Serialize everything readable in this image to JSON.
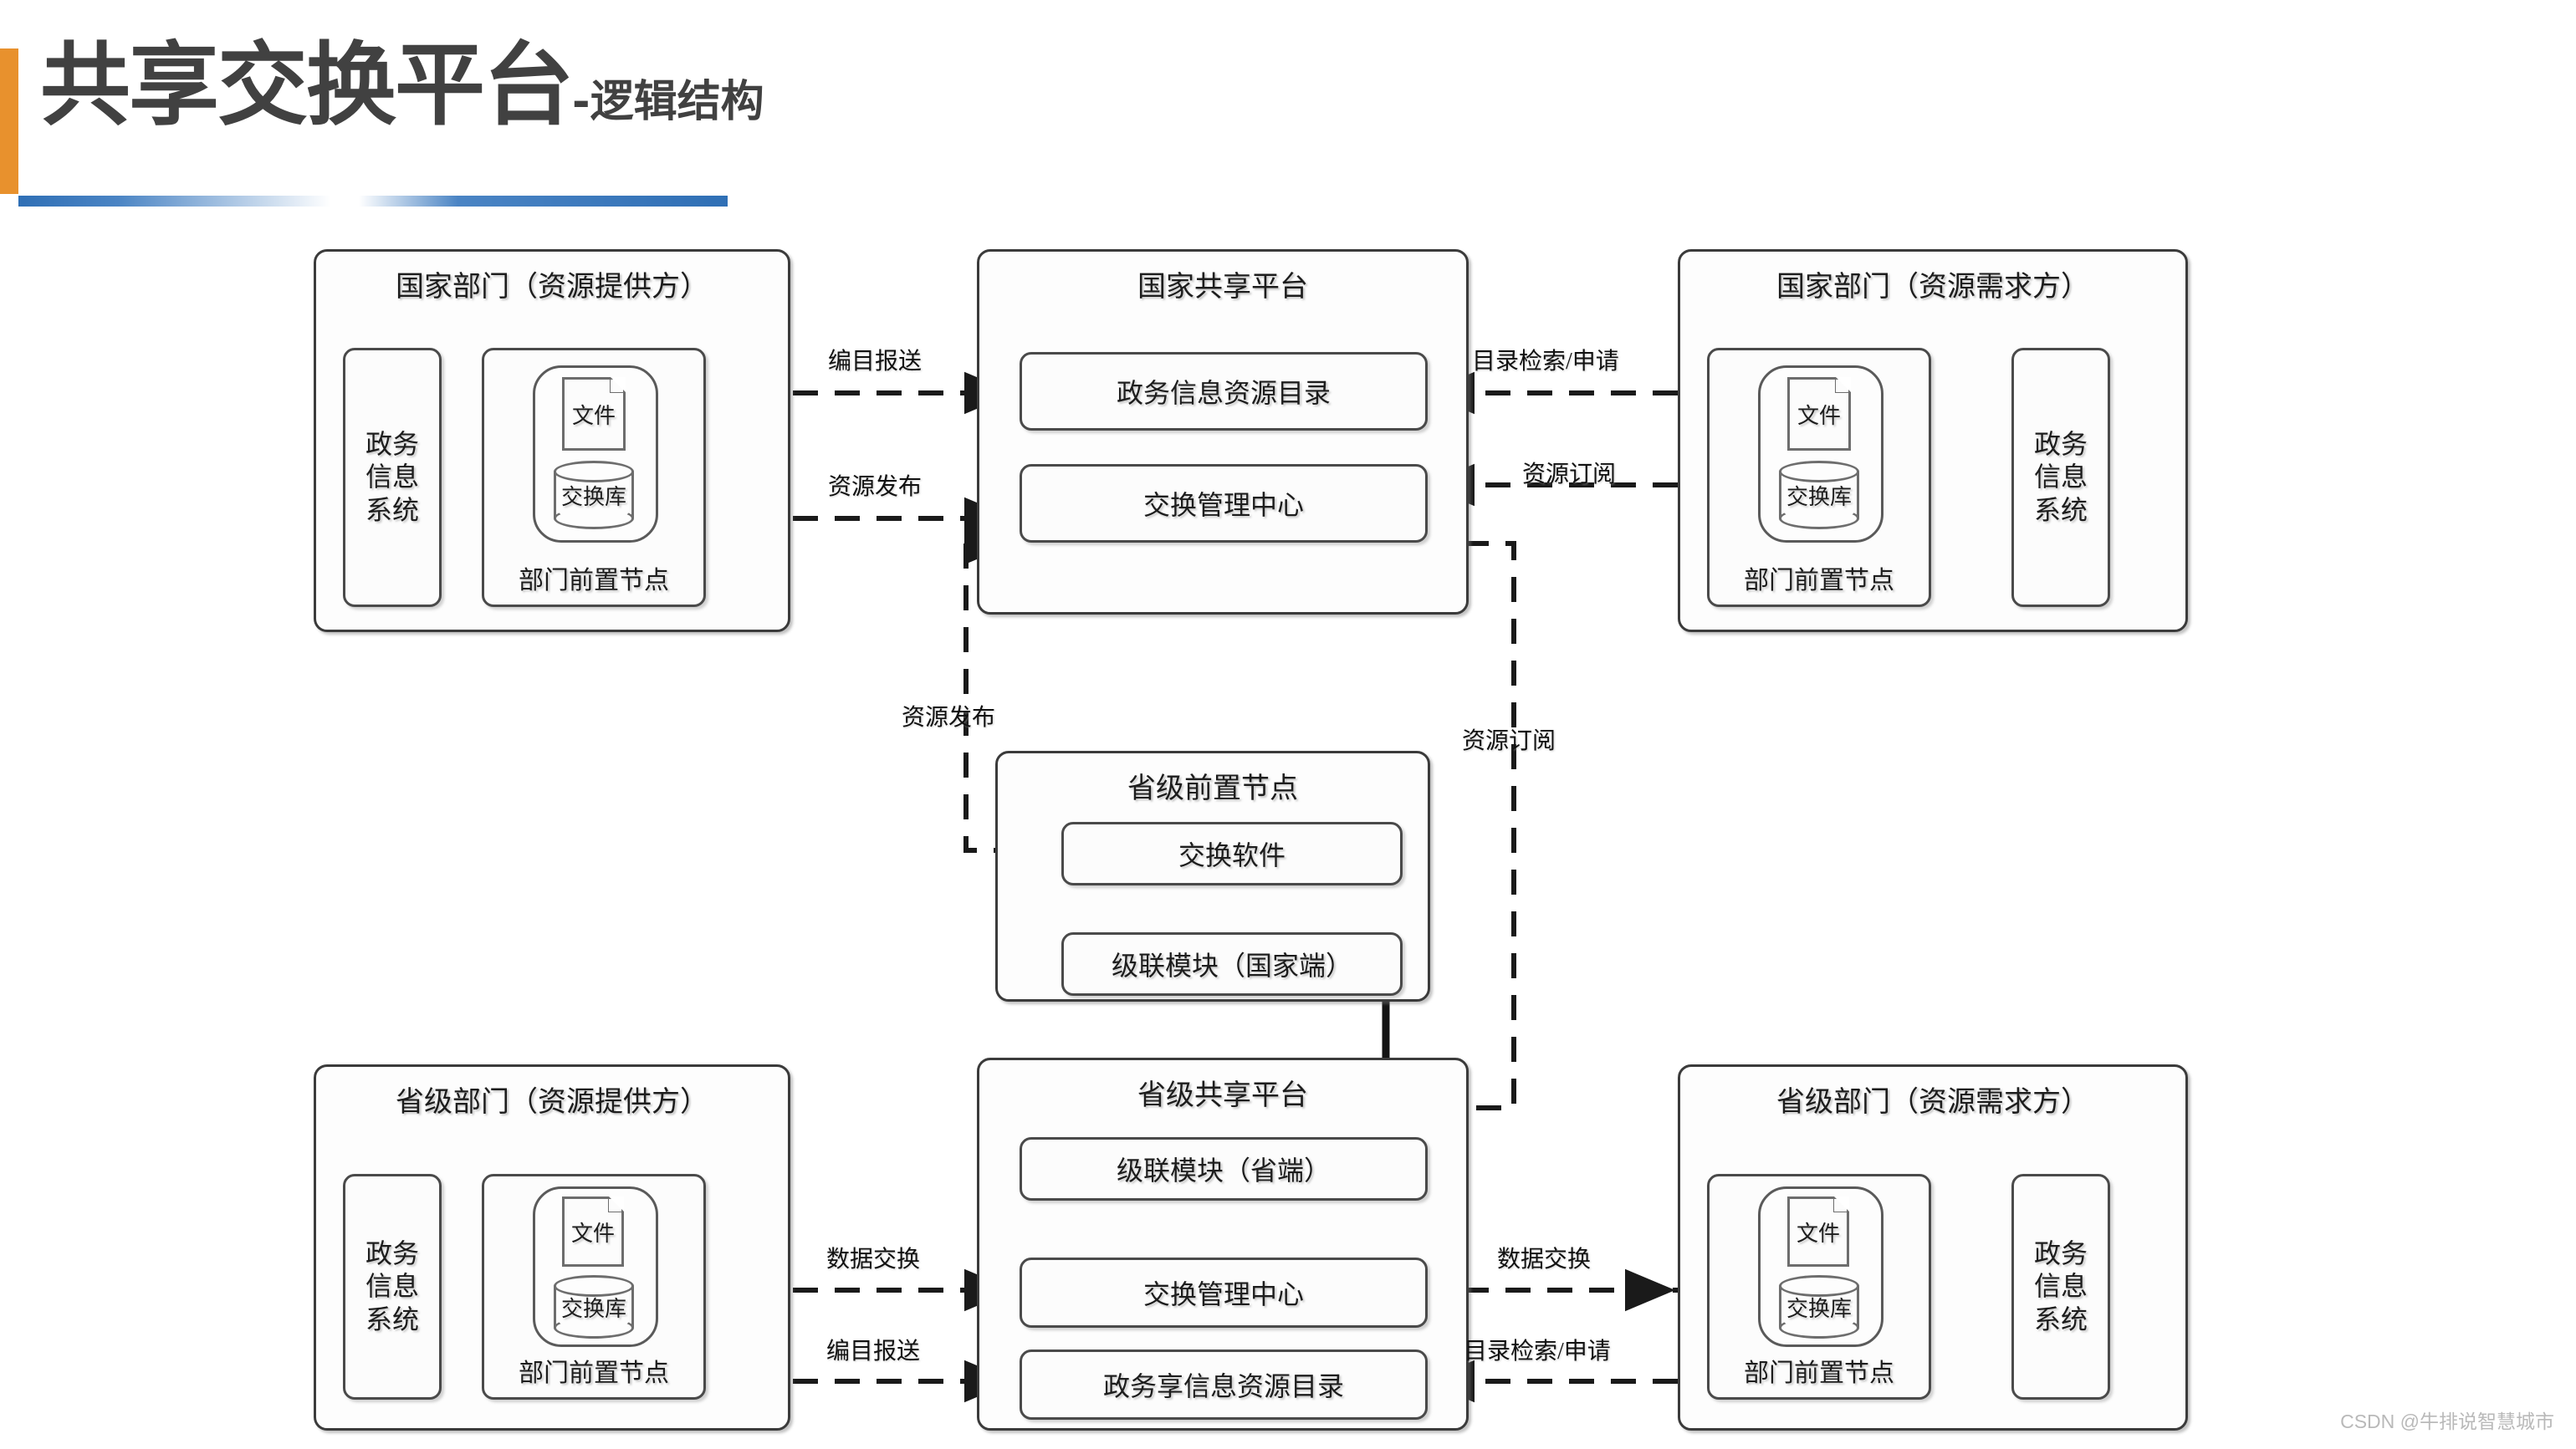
{
  "title": {
    "main": "共享交换平台",
    "sub": "-逻辑结构",
    "accent_bar_color": "#E8912D",
    "rule_color": "#2F6FB5"
  },
  "watermark": "CSDN @牛排说智慧城市",
  "common": {
    "gov_info_system": "政务\n信息\n系统",
    "gov_info_system_lines": [
      "政务",
      "信息",
      "系统"
    ],
    "front_node_caption": "部门前置节点",
    "file_label": "文件",
    "exchange_db_label": "交换库"
  },
  "groups": {
    "national_provider": {
      "title": "国家部门（资源提供方）"
    },
    "national_platform": {
      "title": "国家共享平台",
      "modules": [
        "政务信息资源目录",
        "交换管理中心"
      ]
    },
    "national_consumer": {
      "title": "国家部门（资源需求方）"
    },
    "provincial_front_node": {
      "title": "省级前置节点",
      "modules": [
        "交换软件",
        "级联模块（国家端）"
      ]
    },
    "provincial_provider": {
      "title": "省级部门（资源提供方）"
    },
    "provincial_platform": {
      "title": "省级共享平台",
      "modules": [
        "级联模块（省端）",
        "交换管理中心",
        "政务享信息资源目录"
      ]
    },
    "provincial_consumer": {
      "title": "省级部门（资源需求方）"
    }
  },
  "edge_labels": {
    "catalog_report_top": "编目报送",
    "resource_publish_top": "资源发布",
    "catalog_search_apply_top": "目录检索/申请",
    "resource_subscribe_top": "资源订阅",
    "resource_publish_mid": "资源发布",
    "resource_subscribe_mid": "资源订阅",
    "data_exchange_bottom_left": "数据交换",
    "catalog_report_bottom_left": "编目报送",
    "data_exchange_bottom_right": "数据交换",
    "catalog_search_apply_bottom_right": "目录检索/申请"
  }
}
